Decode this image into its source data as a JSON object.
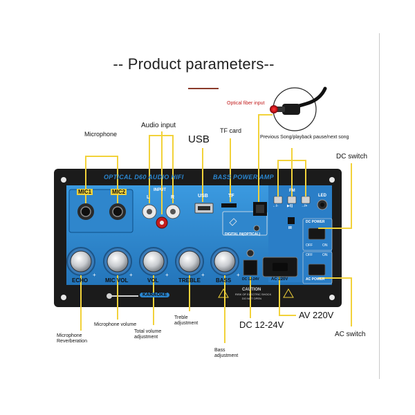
{
  "title": "-- Product parameters--",
  "callouts": {
    "optical_fiber_input": "Optical fiber input",
    "microphone": "Microphone",
    "audio_input": "Audio input",
    "usb": "USB",
    "tf_card": "TF card",
    "prev_play_next": "Previous Song/playback pause/next song",
    "dc_switch": "DC switch",
    "microphone_volume": "Microphone volume",
    "treble_adjustment_1": "Treble",
    "treble_adjustment_2": "adjustment",
    "microphone_reverb_1": "Microphone",
    "microphone_reverb_2": "Reverberation",
    "total_volume_1": "Total volume",
    "total_volume_2": "adjustment",
    "bass_adjustment_1": "Bass",
    "bass_adjustment_2": "adjustment",
    "dc_12_24v": "DC 12-24V",
    "av_220v": "AV 220V",
    "ac_switch": "AC switch"
  },
  "board": {
    "top_text": "OPTICAL D60 AUDIO HIFI",
    "top_text_right": "BASS POWER AMP",
    "mic1": "MIC1",
    "mic2": "MIC2",
    "input": "INPUT",
    "input_l": "L",
    "input_r": "R",
    "usb": "USB",
    "tf": "TF",
    "digital_in": "DIGITAL IN(OPTICAL)",
    "fm": "FM",
    "btn_left": "←/-",
    "btn_mid": "▶/||",
    "btn_right": "→/+",
    "led": "LED",
    "ir": "IR",
    "dc_power": "DC POWER",
    "off": "OFF",
    "on": "ON",
    "off2": "OFF",
    "on2": "ON",
    "ac_power": "AC POWER",
    "echo": "ECHO",
    "mic_vol": "MIC VOL",
    "vol": "VOL",
    "treble": "TREBLE",
    "bass": "BASS",
    "dc_voltage": "DC 12-24V",
    "ac_voltage": "AC 220V",
    "caution": "CAUTION",
    "caution_sub1": "RISK OF ELECTRIC SHOCK",
    "caution_sub2": "DO NOT OPEN",
    "karaoke": "KARAOKE",
    "plus": "+"
  },
  "colors": {
    "panel_dark": "#1b1b1b",
    "panel_blue": "#2a86d0",
    "callout_yellow": "#f2d23a",
    "text_red": "#c21a1a"
  }
}
